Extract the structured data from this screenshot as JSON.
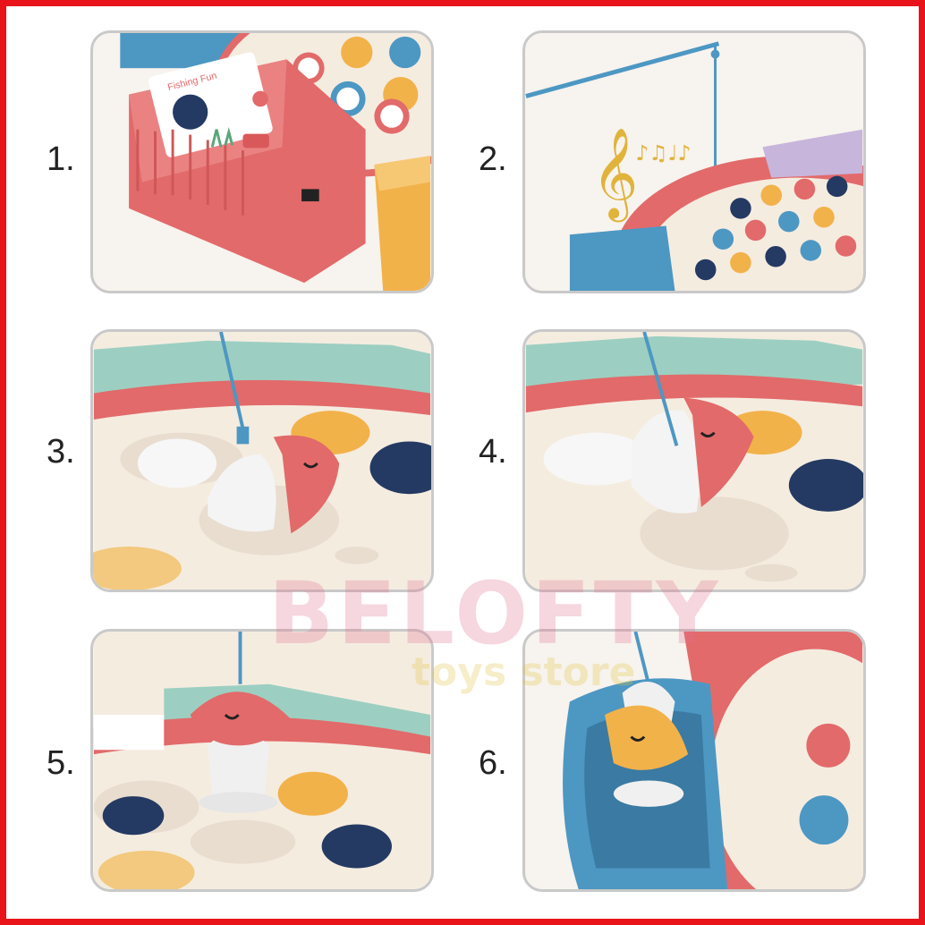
{
  "steps": [
    {
      "label": "1.",
      "box_text": "Fishing Fun"
    },
    {
      "label": "2."
    },
    {
      "label": "3."
    },
    {
      "label": "4."
    },
    {
      "label": "5."
    },
    {
      "label": "6."
    }
  ],
  "watermark": {
    "brand": "BELOFTY",
    "sub": "toys store"
  },
  "colors": {
    "border": "#e8141a",
    "coral": "#e26a6a",
    "teal": "#9ccfc1",
    "blue": "#4d97c3",
    "navy": "#243a63",
    "cream": "#f5ece0",
    "yellow": "#f2b24a"
  }
}
